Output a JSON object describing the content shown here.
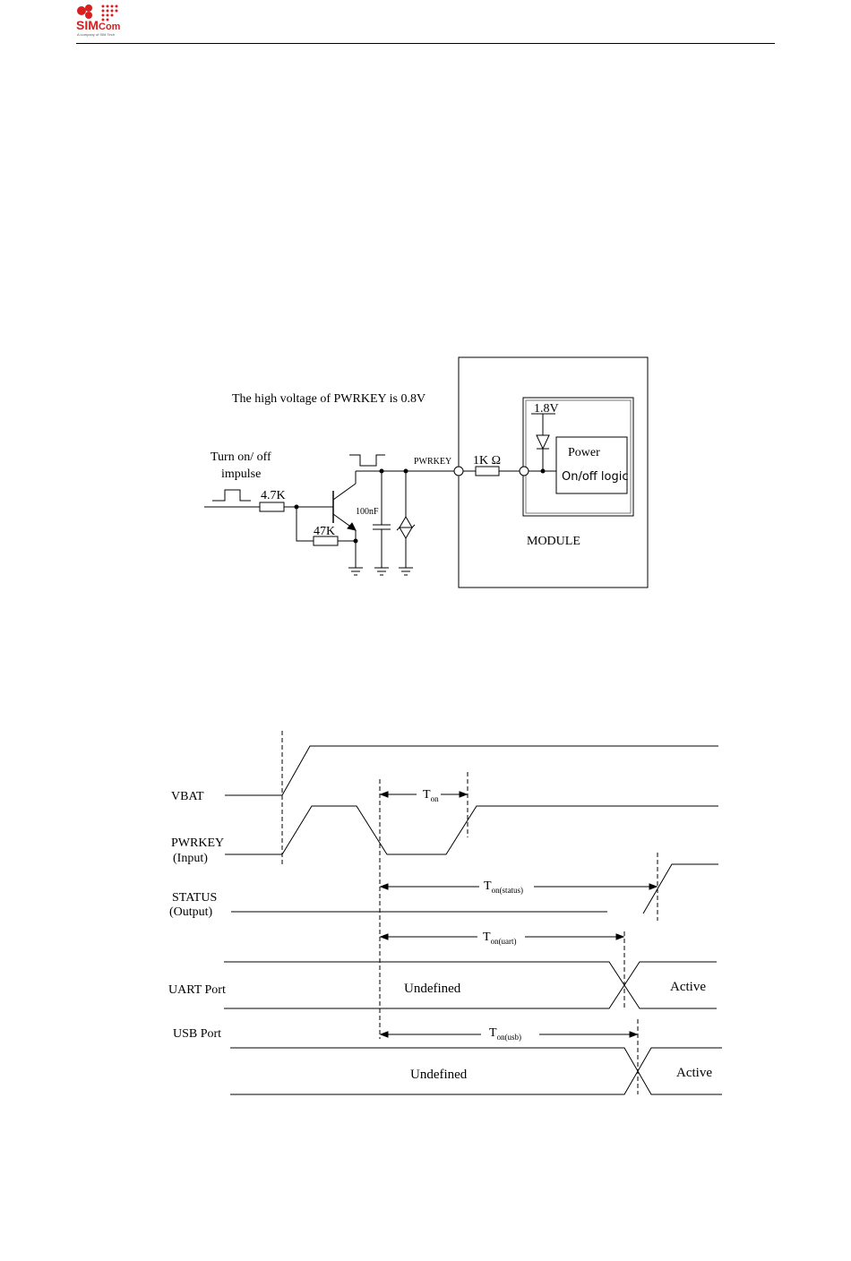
{
  "header": {
    "logo_text": "SIMCom",
    "logo_sim": "SIM",
    "logo_com": "Com",
    "logo_tagline": "A company of SIM Tech",
    "brand_color": "#d81e1e"
  },
  "circuit": {
    "note": "The high voltage of PWRKEY is 0.8V",
    "impulse_label_1": "Turn on/ off",
    "impulse_label_2": "impulse",
    "r1": "4.7K",
    "r2": "47K",
    "capacitor": "100nF",
    "pin": "PWRKEY",
    "series_resistor": "1K Ω",
    "supply": "1.8V",
    "logic_line_1": "Power",
    "logic_line_2": "On/off logic",
    "module": "MODULE"
  },
  "timing": {
    "signals": {
      "vbat": "VBAT",
      "pwrkey_1": "PWRKEY",
      "pwrkey_2": "(Input)",
      "status_1": "STATUS",
      "status_2": "(Output)",
      "uart": "UART Port",
      "usb": "USB  Port"
    },
    "intervals": {
      "t": "T",
      "on": "on",
      "on_status": "on(status)",
      "on_uart": "on(uart)",
      "on_usb": "on(usb)"
    },
    "states": {
      "uart_undefined": "Undefined",
      "uart_active": "Active",
      "usb_undefined": "Undefined",
      "usb_active": "Active"
    }
  }
}
